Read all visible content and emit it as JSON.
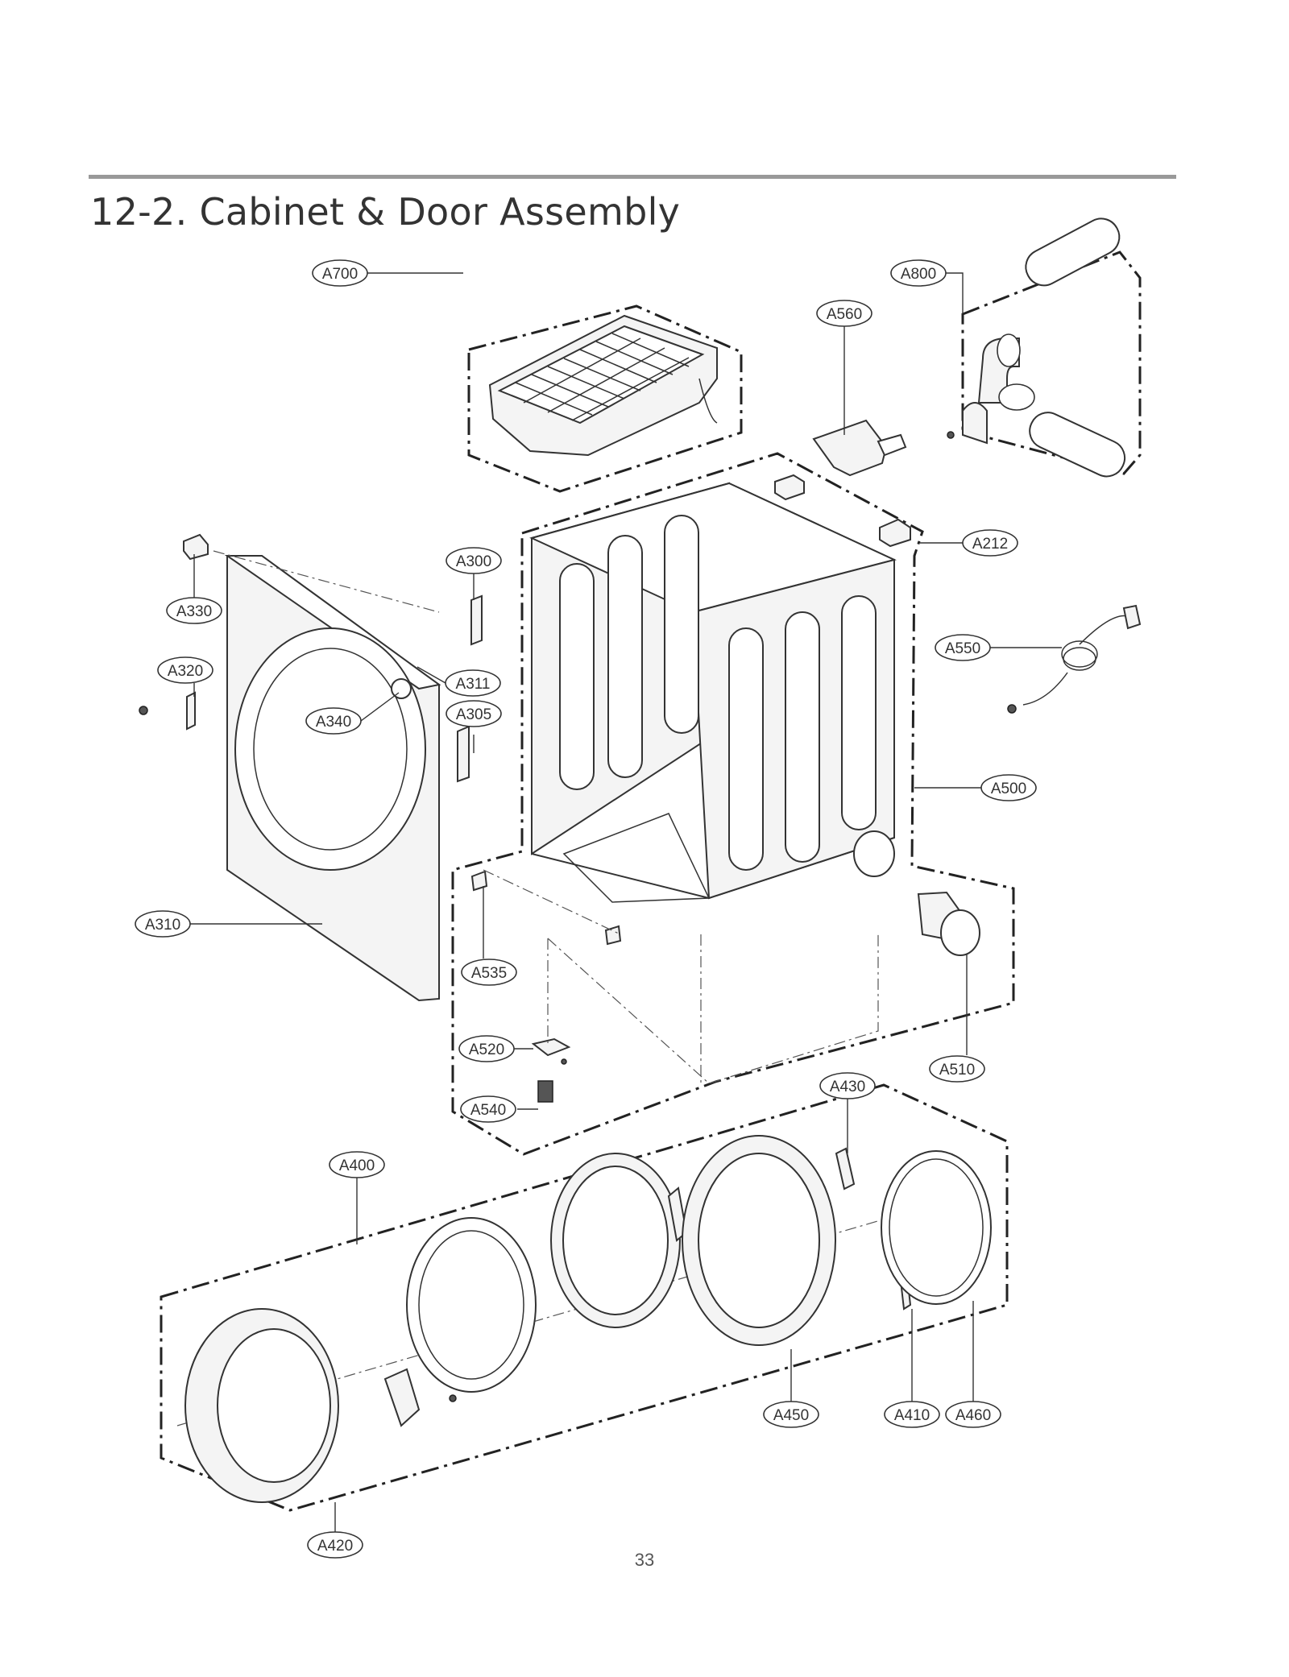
{
  "page": {
    "title": "12-2. Cabinet & Door Assembly",
    "page_number": "33"
  },
  "labels": {
    "A700": "A700",
    "A800": "A800",
    "A560": "A560",
    "A212": "A212",
    "A300": "A300",
    "A330": "A330",
    "A320": "A320",
    "A311": "A311",
    "A340": "A340",
    "A305": "A305",
    "A550": "A550",
    "A500": "A500",
    "A310": "A310",
    "A535": "A535",
    "A520": "A520",
    "A510": "A510",
    "A540": "A540",
    "A430": "A430",
    "A400": "A400",
    "A450": "A450",
    "A410": "A410",
    "A460": "A460",
    "A420": "A420"
  }
}
